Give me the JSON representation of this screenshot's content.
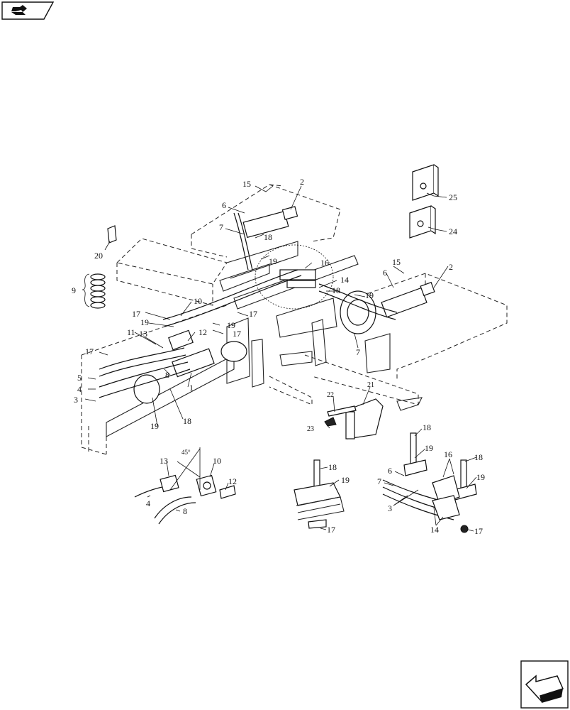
{
  "corner_icon": "book-arrow-icon",
  "nav_icon": "next-page-arrow-icon",
  "callouts": {
    "c1": "1",
    "c2a": "2",
    "c2b": "2",
    "c3a": "3",
    "c3b": "3",
    "c4a": "4",
    "c4b": "4",
    "c5": "5",
    "c6a": "6",
    "c6b": "6",
    "c6c": "6",
    "c7a": "7",
    "c7b": "7",
    "c7c": "7",
    "c8a": "8",
    "c8b": "8",
    "c9": "9",
    "c10a": "10",
    "c10b": "10",
    "c11": "11",
    "c12a": "12",
    "c12b": "12",
    "c13a": "13",
    "c13b": "13",
    "c14a": "14",
    "c14b": "14",
    "c15a": "15",
    "c15b": "15",
    "c16a": "16",
    "c16b": "16",
    "c17a": "17",
    "c17b": "17",
    "c17c": "17",
    "c17d": "17",
    "c17e": "17",
    "c17f": "17",
    "c18a": "18",
    "c18b": "18",
    "c18c": "18",
    "c18d": "18",
    "c18e": "18",
    "c18f": "18",
    "c19a": "19",
    "c19b": "19",
    "c19c": "19",
    "c19d": "19",
    "c19e": "19",
    "c19f": "19",
    "c19g": "19",
    "c20": "20",
    "c21": "21",
    "c22": "22",
    "c23": "23",
    "c24": "24",
    "c25": "25",
    "angle": "45°"
  }
}
